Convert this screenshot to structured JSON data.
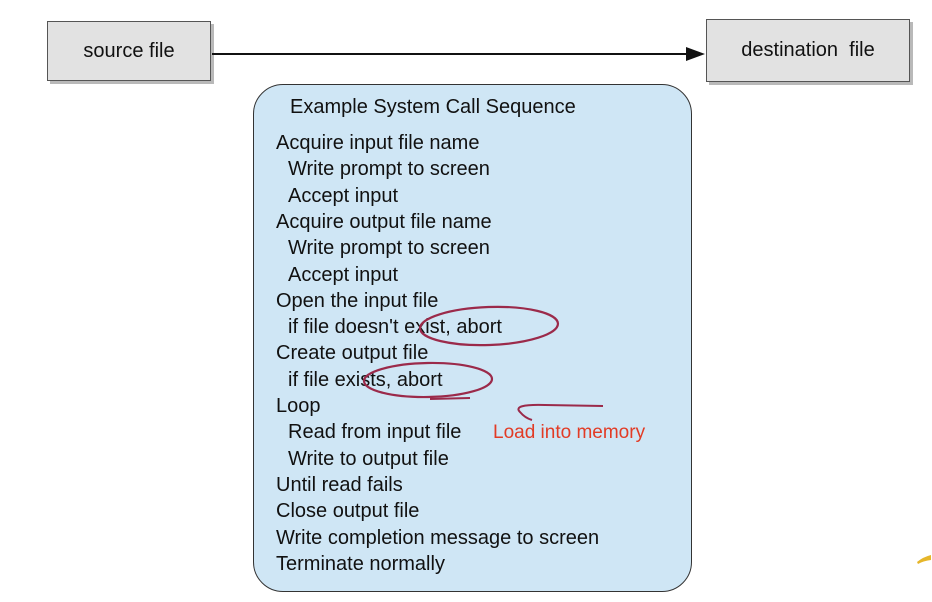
{
  "source_label": "source file",
  "destination_label": "destination  file",
  "sequence": {
    "title": "Example System Call Sequence",
    "steps": [
      {
        "text": "Acquire input file name",
        "indent": 0
      },
      {
        "text": "Write prompt to screen",
        "indent": 1
      },
      {
        "text": "Accept input",
        "indent": 1
      },
      {
        "text": "Acquire output file name",
        "indent": 0
      },
      {
        "text": "Write prompt to screen",
        "indent": 1
      },
      {
        "text": "Accept input",
        "indent": 1
      },
      {
        "text": "Open the input file",
        "indent": 0
      },
      {
        "text": "if file doesn't exist, abort",
        "indent": 1
      },
      {
        "text": "Create output file",
        "indent": 0
      },
      {
        "text": "if file exists, abort",
        "indent": 1
      },
      {
        "text": "Loop",
        "indent": 0
      },
      {
        "text": "Read from input file",
        "indent": 1
      },
      {
        "text": "Write to output file",
        "indent": 1
      },
      {
        "text": "Until read fails",
        "indent": 0
      },
      {
        "text": "Close output file",
        "indent": 0
      },
      {
        "text": "Write completion message to screen",
        "indent": 0
      },
      {
        "text": "Terminate normally",
        "indent": 0
      }
    ]
  },
  "annotation": {
    "note": "Load into memory",
    "color": "#e23b25",
    "circle_color": "#9b2a4a"
  }
}
